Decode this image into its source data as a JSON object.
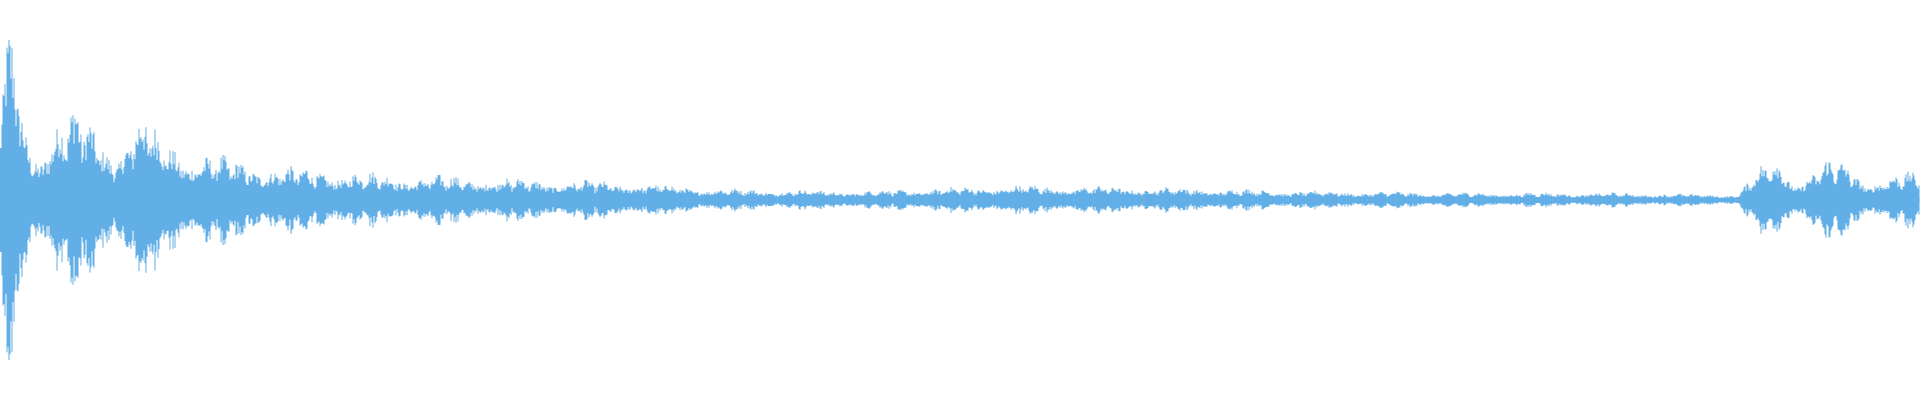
{
  "waveform": {
    "color": "#62aee6",
    "background": "#ffffff",
    "envelope": [
      {
        "t": 0.0,
        "a": 0.28
      },
      {
        "t": 0.004,
        "a": 0.42
      },
      {
        "t": 0.008,
        "a": 0.52
      },
      {
        "t": 0.01,
        "a": 0.3
      },
      {
        "t": 0.014,
        "a": 0.18
      },
      {
        "t": 0.02,
        "a": 0.14
      },
      {
        "t": 0.028,
        "a": 0.22
      },
      {
        "t": 0.034,
        "a": 0.24
      },
      {
        "t": 0.04,
        "a": 0.26
      },
      {
        "t": 0.045,
        "a": 0.22
      },
      {
        "t": 0.06,
        "a": 0.14
      },
      {
        "t": 0.07,
        "a": 0.22
      },
      {
        "t": 0.076,
        "a": 0.24
      },
      {
        "t": 0.082,
        "a": 0.18
      },
      {
        "t": 0.095,
        "a": 0.14
      },
      {
        "t": 0.105,
        "a": 0.13
      },
      {
        "t": 0.12,
        "a": 0.11
      },
      {
        "t": 0.15,
        "a": 0.09
      },
      {
        "t": 0.2,
        "a": 0.07
      },
      {
        "t": 0.26,
        "a": 0.06
      },
      {
        "t": 0.32,
        "a": 0.05
      },
      {
        "t": 0.38,
        "a": 0.03
      },
      {
        "t": 0.45,
        "a": 0.025
      },
      {
        "t": 0.53,
        "a": 0.04
      },
      {
        "t": 0.6,
        "a": 0.035
      },
      {
        "t": 0.68,
        "a": 0.025
      },
      {
        "t": 0.76,
        "a": 0.02
      },
      {
        "t": 0.83,
        "a": 0.02
      },
      {
        "t": 0.905,
        "a": 0.015
      },
      {
        "t": 0.915,
        "a": 0.08
      },
      {
        "t": 0.925,
        "a": 0.12
      },
      {
        "t": 0.935,
        "a": 0.05
      },
      {
        "t": 0.945,
        "a": 0.08
      },
      {
        "t": 0.952,
        "a": 0.11
      },
      {
        "t": 0.962,
        "a": 0.1
      },
      {
        "t": 0.972,
        "a": 0.05
      },
      {
        "t": 0.98,
        "a": 0.06
      },
      {
        "t": 0.99,
        "a": 0.07
      },
      {
        "t": 1.0,
        "a": 0.08
      }
    ]
  }
}
